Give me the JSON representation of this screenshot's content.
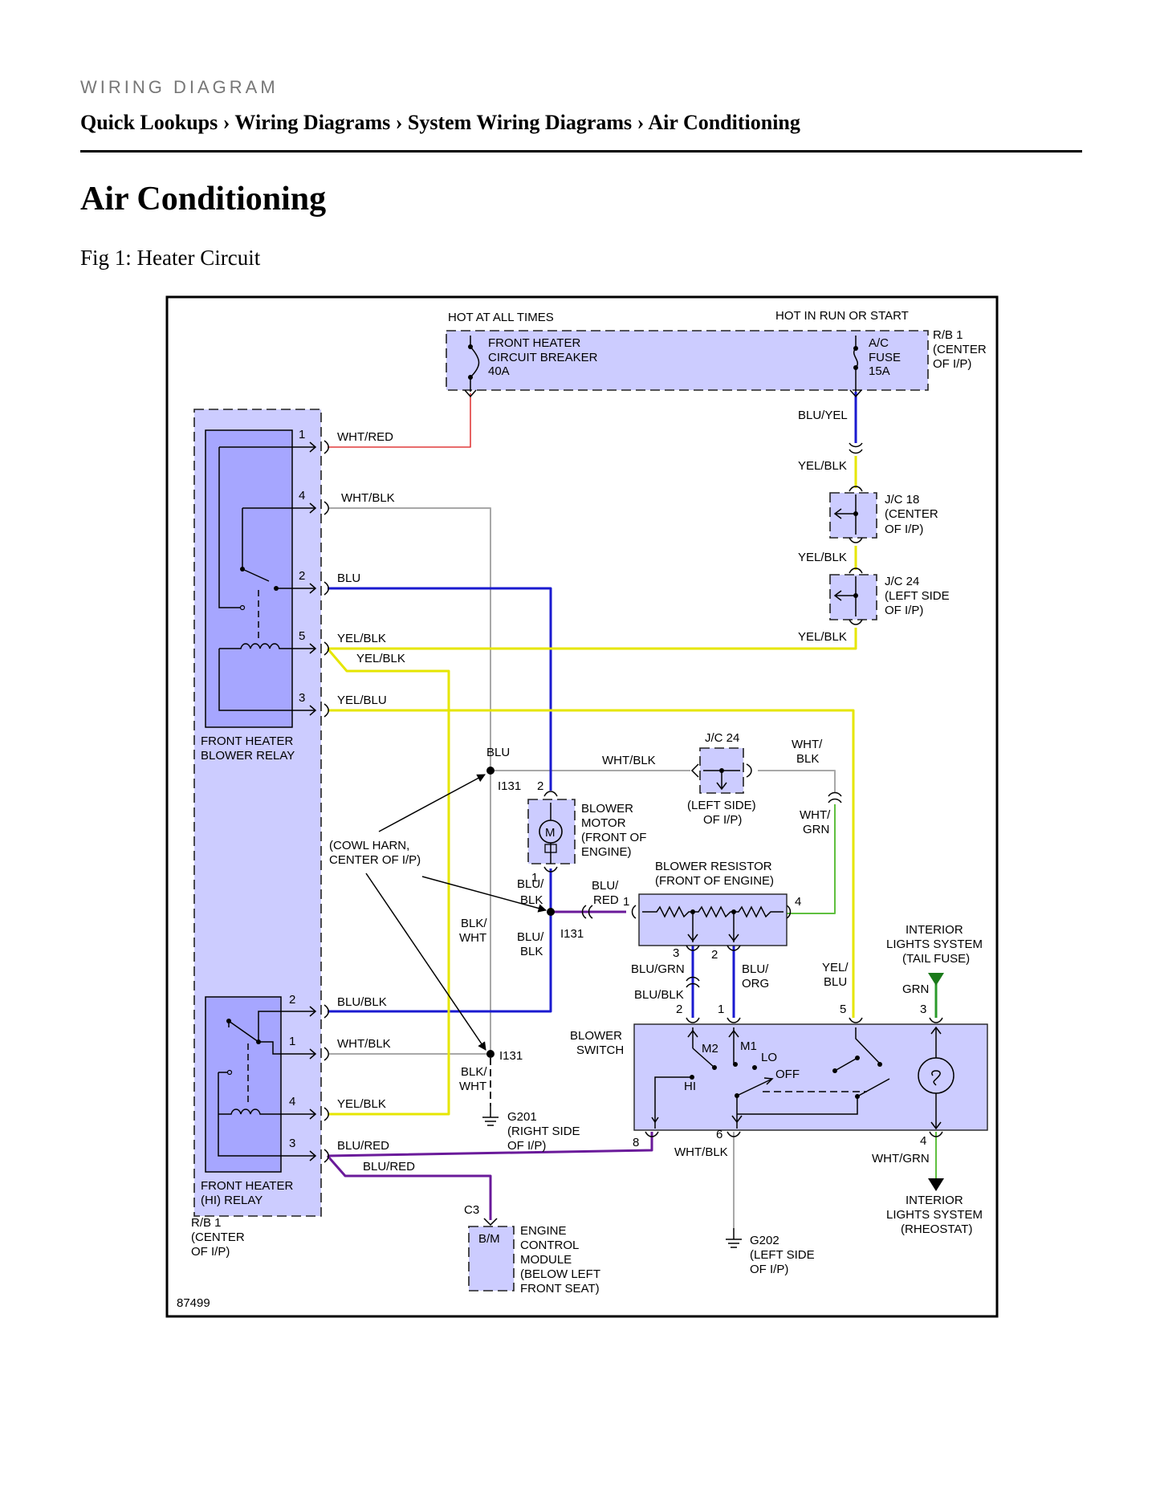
{
  "header": {
    "eyebrow": "WIRING DIAGRAM",
    "breadcrumb": "Quick Lookups › Wiring Diagrams › System Wiring Diagrams › Air Conditioning",
    "title": "Air Conditioning",
    "figure_caption": "Fig 1: Heater Circuit"
  },
  "colors": {
    "box_fill": "#ccccff",
    "relay_fill": "#a6a6ff",
    "wire_red": "#e03c3c",
    "wire_gray": "#a8a8a8",
    "wire_blue": "#1a1ad0",
    "wire_yellow": "#e6e600",
    "wire_purple": "#6a1a9a",
    "wire_green": "#5fbf3f"
  },
  "diagram": {
    "figure_id": "87499",
    "top": {
      "hot_at_all_times": "HOT AT ALL TIMES",
      "hot_in_run": "HOT IN RUN OR START",
      "breaker_l1": "FRONT HEATER",
      "breaker_l2": "CIRCUIT BREAKER",
      "breaker_l3": "40A",
      "fuse_l1": "A/C",
      "fuse_l2": "FUSE",
      "fuse_l3": "15A",
      "rb1_l1": "R/B 1",
      "rb1_l2": "(CENTER",
      "rb1_l3": "OF I/P)"
    },
    "blower_relay": {
      "name_l1": "FRONT HEATER",
      "name_l2": "BLOWER RELAY",
      "pins": [
        "1",
        "4",
        "2",
        "5",
        "3"
      ],
      "wires": [
        "WHT/RED",
        "WHT/BLK",
        "BLU",
        "YEL/BLK",
        "YEL/BLK",
        "YEL/BLU"
      ]
    },
    "hi_relay": {
      "name_l1": "FRONT HEATER",
      "name_l2": "(HI) RELAY",
      "pins": [
        "2",
        "1",
        "4",
        "3"
      ],
      "wires": [
        "BLU/BLK",
        "WHT/BLK",
        "YEL/BLK",
        "BLU/RED",
        "BLU/RED"
      ],
      "rb_l1": "R/B 1",
      "rb_l2": "(CENTER",
      "rb_l3": "OF I/P)"
    },
    "right_chain": {
      "blu_yel": "BLU/YEL",
      "yel_blk_1": "YEL/BLK",
      "jc18_l1": "J/C 18",
      "jc18_l2": "(CENTER",
      "jc18_l3": "OF I/P)",
      "yel_blk_2": "YEL/BLK",
      "jc24_l1": "J/C 24",
      "jc24_l2": "(LEFT SIDE",
      "jc24_l3": "OF I/P)",
      "yel_blk_3": "YEL/BLK"
    },
    "middle": {
      "blu": "BLU",
      "wht_blk": "WHT/BLK",
      "jc24_top": "J/C 24",
      "jc24_b1": "(LEFT SIDE)",
      "jc24_b2": "OF I/P)",
      "wht_blk2_l1": "WHT/",
      "wht_blk2_l2": "BLK",
      "wht_grn_l1": "WHT/",
      "wht_grn_l2": "GRN",
      "i131_a": "I131",
      "i131_b": "I131",
      "i131_c": "I131",
      "pin_2": "2",
      "pin_1": "1",
      "motor_symbol": "M",
      "motor_l1": "BLOWER",
      "motor_l2": "MOTOR",
      "motor_l3": "(FRONT OF",
      "motor_l4": "ENGINE)",
      "cowl_l1": "(COWL HARN,",
      "cowl_l2": "CENTER OF I/P)",
      "blu_blk_a_l1": "BLU/",
      "blu_blk_a_l2": "BLK",
      "blu_blk_b_l1": "BLU/",
      "blu_blk_b_l2": "BLK",
      "blk_wht_a_l1": "BLK/",
      "blk_wht_a_l2": "WHT",
      "blk_wht_b_l1": "BLK/",
      "blk_wht_b_l2": "WHT",
      "blu_red_l1": "BLU/",
      "blu_red_l2": "RED",
      "resistor_pin1": "1",
      "resistor_pin4": "4",
      "resistor_l1": "BLOWER RESISTOR",
      "resistor_l2": "(FRONT OF ENGINE)",
      "res_pin3": "3",
      "res_pin2": "2",
      "blu_grn": "BLU/GRN",
      "blu_blk_c": "BLU/BLK",
      "blu_org_l1": "BLU/",
      "blu_org_l2": "ORG",
      "yel_blu_l1": "YEL/",
      "yel_blu_l2": "BLU",
      "g201_l1": "G201",
      "g201_l2": "(RIGHT SIDE",
      "g201_l3": "OF I/P)"
    },
    "switch": {
      "name_l1": "BLOWER",
      "name_l2": "SWITCH",
      "pins_top": [
        "2",
        "1",
        "5",
        "3"
      ],
      "pins_bottom": [
        "8",
        "6",
        "4"
      ],
      "m2": "M2",
      "m1": "M1",
      "lo": "LO",
      "off": "OFF",
      "hi": "HI",
      "wht_blk": "WHT/BLK",
      "wht_grn": "WHT/GRN",
      "grn": "GRN",
      "int_top_l1": "INTERIOR",
      "int_top_l2": "LIGHTS SYSTEM",
      "int_top_l3": "(TAIL FUSE)",
      "int_bot_l1": "INTERIOR",
      "int_bot_l2": "LIGHTS SYSTEM",
      "int_bot_l3": "(RHEOSTAT)"
    },
    "bottom": {
      "c3": "C3",
      "bm": "B/M",
      "ecm_l1": "ENGINE",
      "ecm_l2": "CONTROL",
      "ecm_l3": "MODULE",
      "ecm_l4": "(BELOW LEFT",
      "ecm_l5": "FRONT SEAT)",
      "g202_l1": "G202",
      "g202_l2": "(LEFT SIDE",
      "g202_l3": "OF I/P)"
    }
  }
}
